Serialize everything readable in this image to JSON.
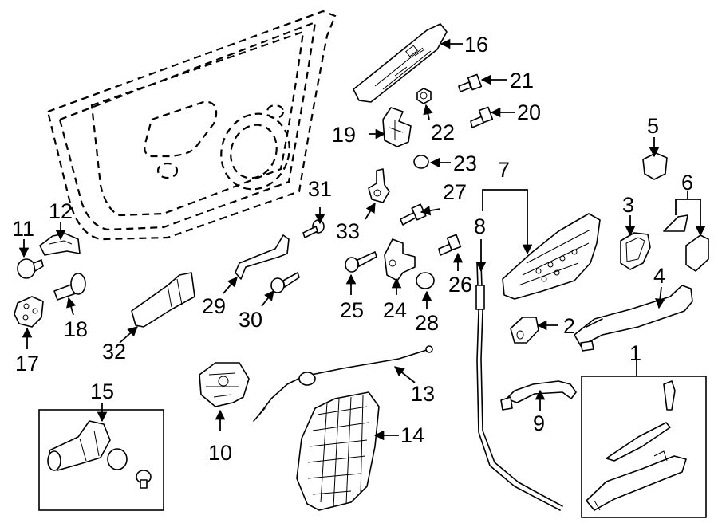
{
  "callouts": [
    {
      "id": "c1",
      "text": "1"
    },
    {
      "id": "c2",
      "text": "2"
    },
    {
      "id": "c3",
      "text": "3"
    },
    {
      "id": "c4",
      "text": "4"
    },
    {
      "id": "c5",
      "text": "5"
    },
    {
      "id": "c6",
      "text": "6"
    },
    {
      "id": "c7",
      "text": "7"
    },
    {
      "id": "c8",
      "text": "8"
    },
    {
      "id": "c9",
      "text": "9"
    },
    {
      "id": "c10",
      "text": "10"
    },
    {
      "id": "c11",
      "text": "11"
    },
    {
      "id": "c12",
      "text": "12"
    },
    {
      "id": "c13",
      "text": "13"
    },
    {
      "id": "c14",
      "text": "14"
    },
    {
      "id": "c15",
      "text": "15"
    },
    {
      "id": "c16",
      "text": "16"
    },
    {
      "id": "c17",
      "text": "17"
    },
    {
      "id": "c18",
      "text": "18"
    },
    {
      "id": "c19",
      "text": "19"
    },
    {
      "id": "c20",
      "text": "20"
    },
    {
      "id": "c21",
      "text": "21"
    },
    {
      "id": "c22",
      "text": "22"
    },
    {
      "id": "c23",
      "text": "23"
    },
    {
      "id": "c24",
      "text": "24"
    },
    {
      "id": "c25",
      "text": "25"
    },
    {
      "id": "c26",
      "text": "26"
    },
    {
      "id": "c27",
      "text": "27"
    },
    {
      "id": "c28",
      "text": "28"
    },
    {
      "id": "c29",
      "text": "29"
    },
    {
      "id": "c30",
      "text": "30"
    },
    {
      "id": "c31",
      "text": "31"
    },
    {
      "id": "c32",
      "text": "32"
    },
    {
      "id": "c33",
      "text": "33"
    }
  ]
}
